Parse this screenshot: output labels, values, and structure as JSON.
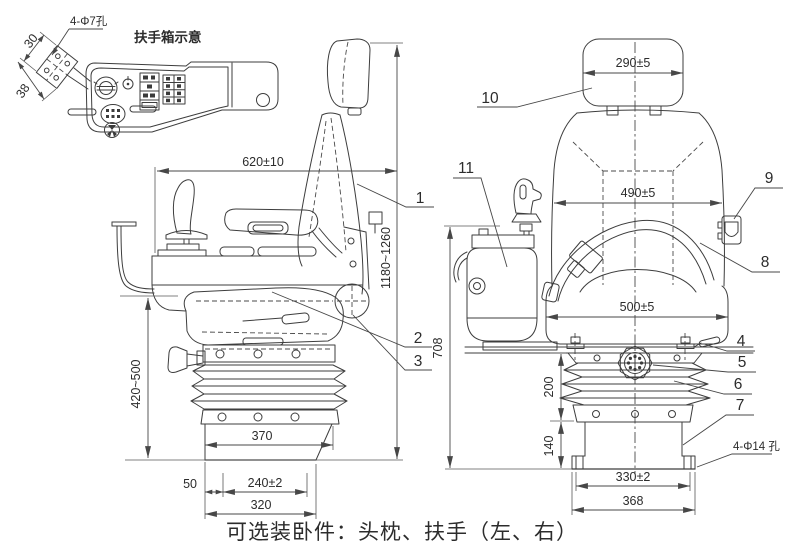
{
  "page": {
    "bg": "#ffffff",
    "line_color": "#3d3d3d"
  },
  "footer": {
    "note": "可选装卧件：头枕、扶手（左、右）"
  },
  "detail_view": {
    "title": "扶手箱示意",
    "hole_note": "4-Φ7孔",
    "dim_30": "30",
    "dim_38": "38"
  },
  "side_view": {
    "dim_width": "620±10",
    "dim_height_overall": "1180~1260",
    "dim_height_susp": "420~500",
    "dim_370": "370",
    "dim_50": "50",
    "dim_240": "240±2",
    "dim_320": "320",
    "callout_1": "1",
    "callout_2": "2",
    "callout_3": "3"
  },
  "front_view": {
    "dim_headrest": "290±5",
    "dim_backrest": "490±5",
    "dim_cushion": "500±5",
    "dim_708": "708",
    "dim_200": "200",
    "dim_140": "140",
    "dim_330": "330±2",
    "dim_368": "368",
    "hole_note": "4-Φ14 孔",
    "callout_4": "4",
    "callout_5": "5",
    "callout_6": "6",
    "callout_7": "7",
    "callout_8": "8",
    "callout_9": "9",
    "callout_10": "10",
    "callout_11": "11"
  }
}
